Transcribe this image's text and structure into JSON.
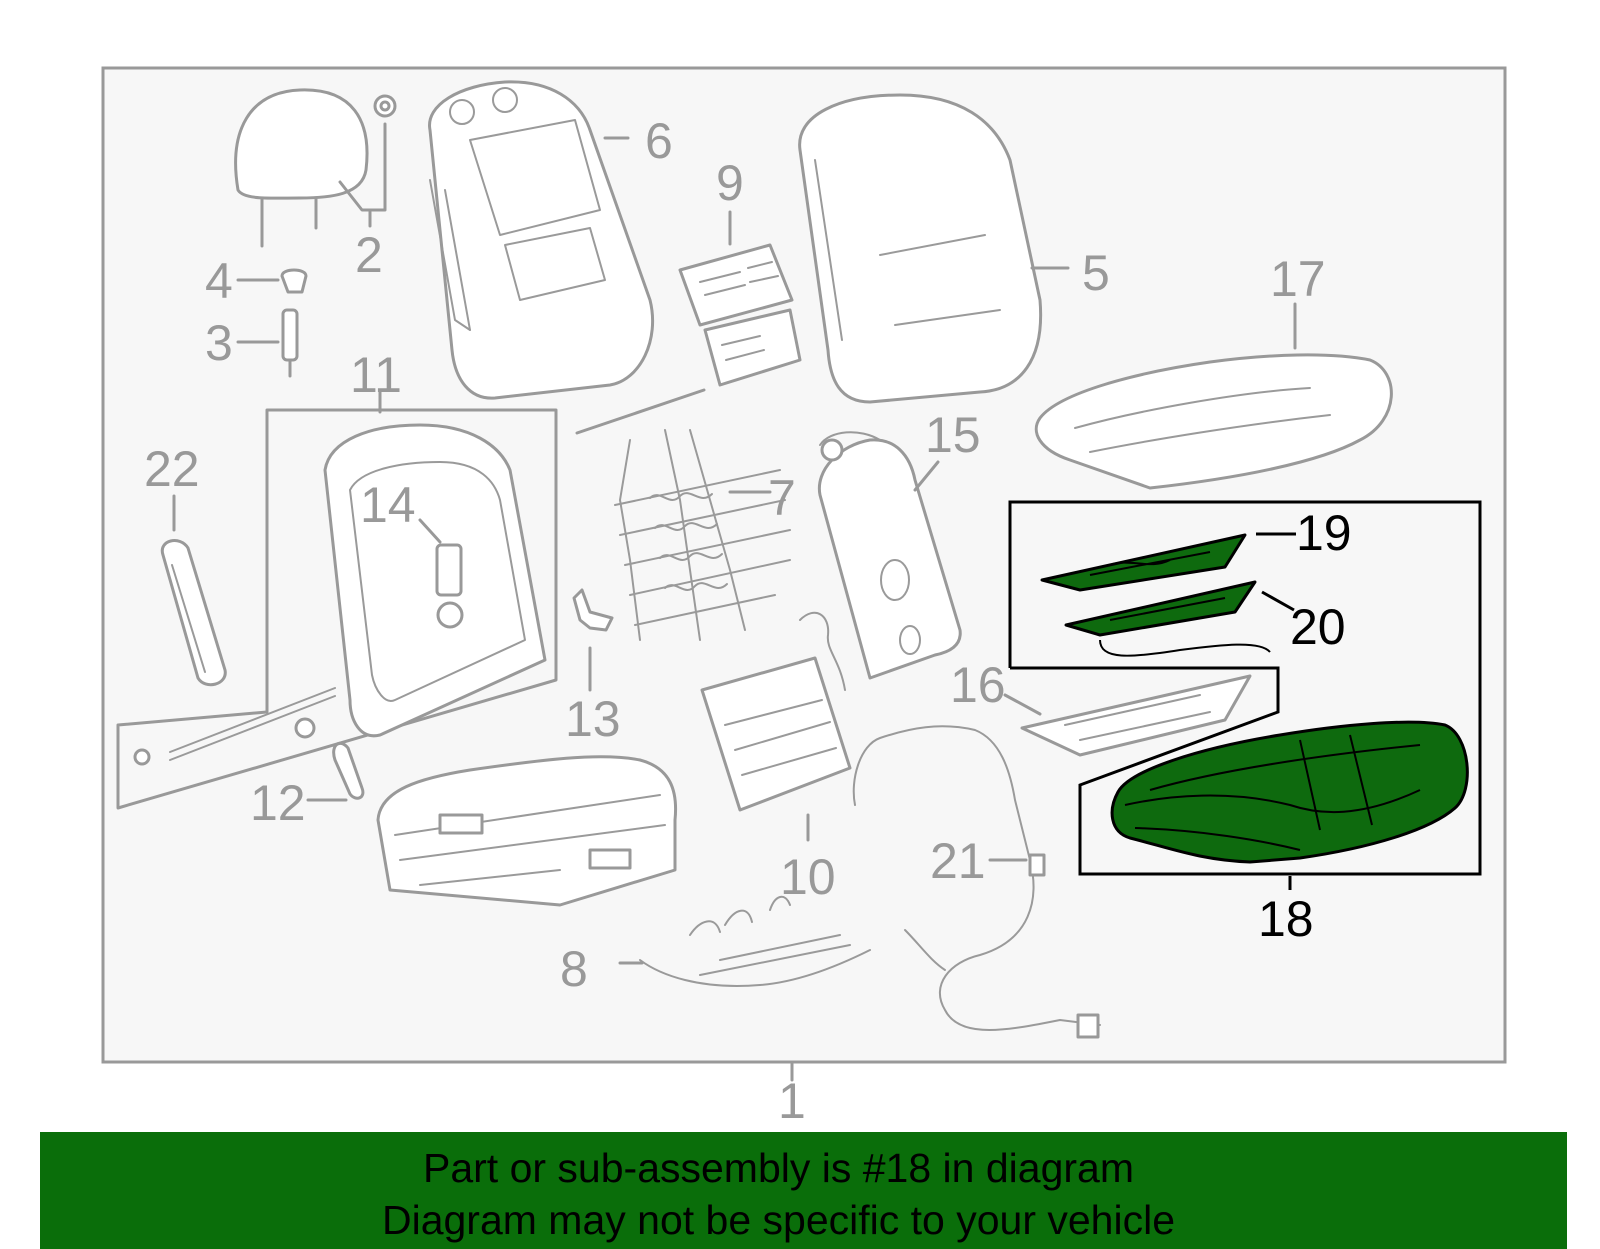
{
  "diagram": {
    "callouts": [
      "1",
      "2",
      "3",
      "4",
      "5",
      "6",
      "7",
      "8",
      "9",
      "10",
      "11",
      "12",
      "13",
      "14",
      "15",
      "16",
      "17",
      "18",
      "19",
      "20",
      "21",
      "22"
    ],
    "highlighted_part": "18",
    "colors": {
      "highlight": "#0e6a0e",
      "line_art": "#999999",
      "background": "#f7f7f7"
    }
  },
  "banner": {
    "line1": "Part or sub-assembly is #18 in diagram",
    "line2": "Diagram may not be specific to your vehicle",
    "color": "#0a6e0a"
  }
}
